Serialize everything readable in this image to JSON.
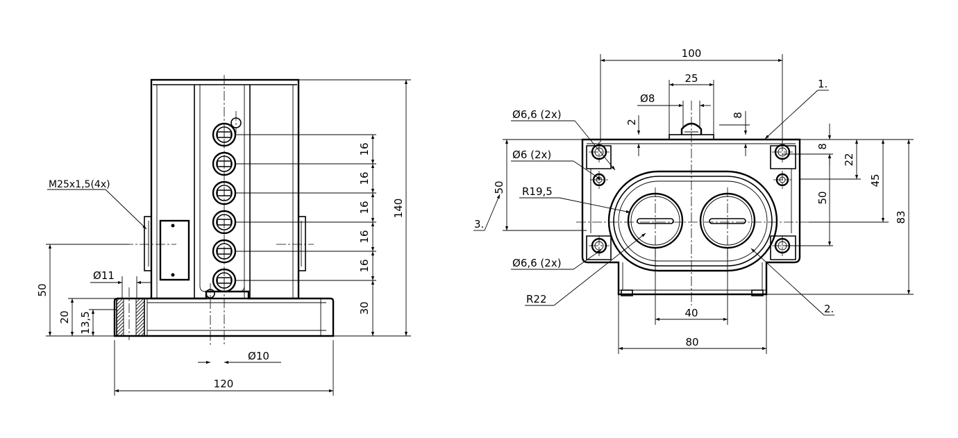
{
  "left_view": {
    "callouts": {
      "thread": "M25x1,5(4x)",
      "bore_dia": "11",
      "bottom_dia": "10"
    },
    "dims": {
      "pitch_1": "16",
      "pitch_2": "16",
      "pitch_3": "16",
      "pitch_4": "16",
      "pitch_5": "16",
      "base_to_hole": "30",
      "height_total": "140",
      "width_total": "120",
      "axis_height": "50",
      "flange_height": "20",
      "thread_depth": "13,5"
    }
  },
  "right_view": {
    "callouts": {
      "holes_top": "6,6  (2x)",
      "holes_mid": "6  (2x)",
      "holes_bottom": "6,6  (2x)",
      "radius_inner": "R19,5",
      "radius_outer": "R22",
      "pin_dia": "8"
    },
    "dims": {
      "width_total": "100",
      "pin_spacing": "25",
      "cap_gap": "2",
      "cap_height": "8",
      "left_height": "50",
      "right_8": "8",
      "right_22": "22",
      "right_50": "50",
      "right_45": "45",
      "right_83": "83",
      "bottom_40": "40",
      "bottom_80": "80"
    },
    "balloons": {
      "b1": "1.",
      "b2": "2.",
      "b3": "3."
    }
  },
  "symbols": {
    "diameter": "Ø"
  }
}
